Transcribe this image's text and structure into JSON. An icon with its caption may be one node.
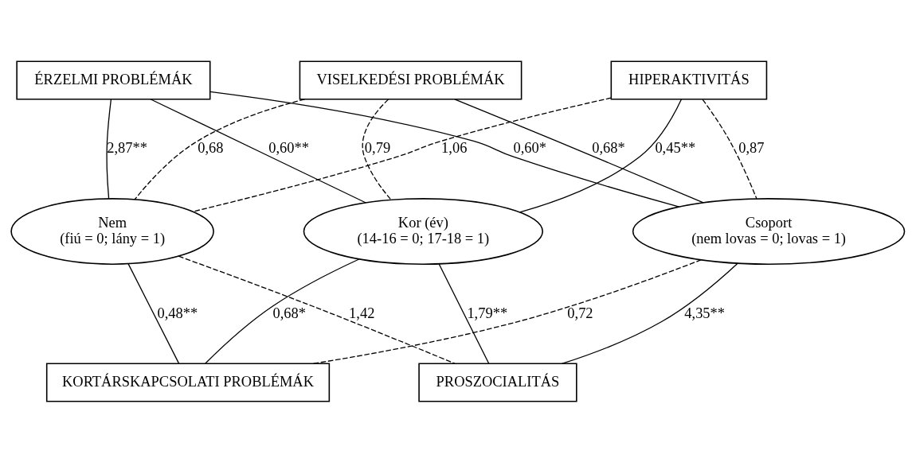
{
  "diagram": {
    "nodes": [
      {
        "text": [
          "ÉRZELMI PROBLÉMÁK"
        ]
      },
      {
        "text": [
          "VISELKEDÉSI PROBLÉMÁK"
        ]
      },
      {
        "text": [
          "HIPERAKTIVITÁS"
        ]
      },
      {
        "text": [
          "Nem",
          "(fiú = 0; lány = 1)"
        ]
      },
      {
        "text": [
          "Kor (év)",
          "(14-16 = 0; 17-18 = 1)"
        ]
      },
      {
        "text": [
          "Csoport",
          "(nem lovas = 0; lovas = 1)"
        ]
      },
      {
        "text": [
          "KORTÁRSKAPCSOLATI PROBLÉMÁK"
        ]
      },
      {
        "text": [
          "PROSZOCIALITÁS"
        ]
      }
    ],
    "edges": [
      {
        "from": 0,
        "to": 3,
        "arrow": "none",
        "label": "2,87**"
      },
      {
        "from": 0,
        "to": 4,
        "arrow": "none",
        "label": "0,60**"
      },
      {
        "from": 0,
        "to": 5,
        "arrow": "none",
        "label": "0,60*"
      },
      {
        "from": 1,
        "to": 3,
        "arrow": "none",
        "label": "0,68",
        "style": "dashed"
      },
      {
        "from": 1,
        "to": 4,
        "arrow": "none",
        "label": "0,79",
        "style": "dashed"
      },
      {
        "from": 1,
        "to": 5,
        "arrow": "none",
        "label": "0,68*"
      },
      {
        "from": 2,
        "to": 3,
        "arrow": "none",
        "label": "1,06",
        "style": "dashed"
      },
      {
        "from": 2,
        "to": 4,
        "arrow": "none",
        "label": "0,45**"
      },
      {
        "from": 2,
        "to": 5,
        "arrow": "none",
        "label": "0,87",
        "style": "dashed"
      },
      {
        "from": 3,
        "to": 6,
        "arrow": "none",
        "label": "0,48**"
      },
      {
        "from": 4,
        "to": 6,
        "arrow": "none",
        "label": "0,68*"
      },
      {
        "from": 5,
        "to": 6,
        "arrow": "none",
        "label": "0,72",
        "style": "dashed"
      },
      {
        "from": 3,
        "to": 7,
        "arrow": "none",
        "label": "1,42",
        "style": "dashed"
      },
      {
        "from": 4,
        "to": 7,
        "arrow": "none",
        "label": "1,79**"
      },
      {
        "from": 5,
        "to": 7,
        "arrow": "none",
        "label": "4,35**"
      }
    ]
  }
}
